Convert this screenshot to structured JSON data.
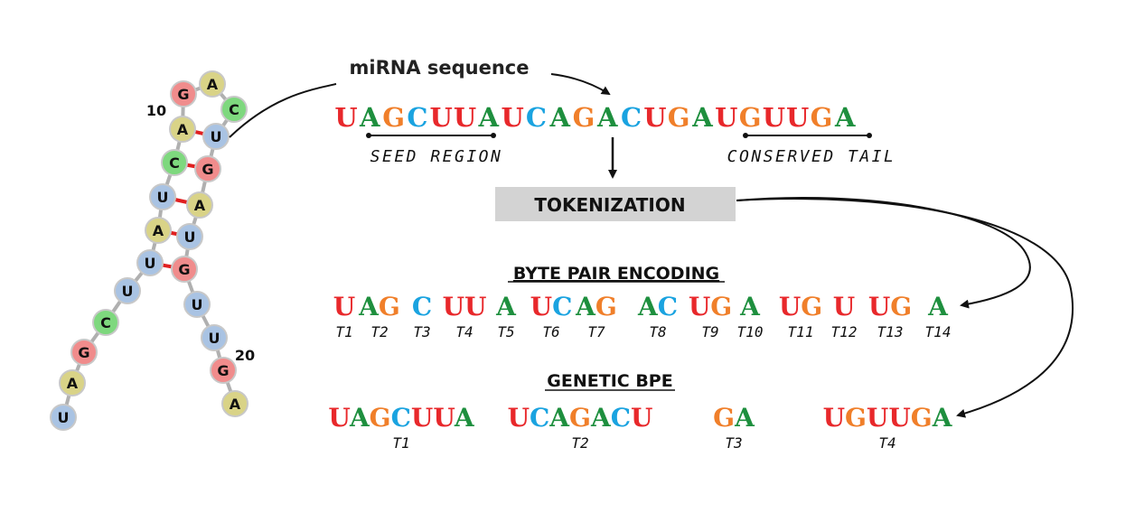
{
  "colors": {
    "U": "#e8282b",
    "A": "#1e8f3e",
    "G": "#f07f2a",
    "C": "#1aa3e0",
    "node_U": "#a9c3e3",
    "node_A": "#d9d387",
    "node_G": "#f08c8c",
    "node_C": "#7ed87e",
    "node_border": "#c8c8c8",
    "backbone": "#b0b0b0",
    "base_pair": "#e02020",
    "tokenization_box": "#d3d3d3"
  },
  "hairpin": {
    "label_10": "10",
    "label_20": "20",
    "nodes": [
      "U",
      "A",
      "G",
      "C",
      "U",
      "U",
      "A",
      "U",
      "C",
      "A",
      "G",
      "A",
      "C",
      "U",
      "G",
      "A",
      "U",
      "G",
      "U",
      "U",
      "G",
      "A"
    ]
  },
  "mirna_label": "miRNA sequence",
  "sequence": "UAGCUUAUCAGACUGAUGUUGA",
  "seed_region_label": "SEED REGION",
  "conserved_tail_label": "CONSERVED TAIL",
  "tokenization_label": "TOKENIZATION",
  "bpe": {
    "title": "BYTE PAIR ENCODING",
    "tokens": [
      {
        "text": "U",
        "label": "T1"
      },
      {
        "text": "AG",
        "label": "T2"
      },
      {
        "text": "C",
        "label": "T3"
      },
      {
        "text": "UU",
        "label": "T4"
      },
      {
        "text": "A",
        "label": "T5"
      },
      {
        "text": "UC",
        "label": "T6"
      },
      {
        "text": "AG",
        "label": "T7"
      },
      {
        "text": "AC",
        "label": "T8"
      },
      {
        "text": "UG",
        "label": "T9"
      },
      {
        "text": "A",
        "label": "T10"
      },
      {
        "text": "UG",
        "label": "T11"
      },
      {
        "text": "U",
        "label": "T12"
      },
      {
        "text": "UG",
        "label": "T13"
      },
      {
        "text": "A",
        "label": "T14"
      }
    ]
  },
  "genetic_bpe": {
    "title": "GENETIC BPE",
    "tokens": [
      {
        "text": "UAGCUUA",
        "label": "T1"
      },
      {
        "text": "UCAGACU",
        "label": "T2"
      },
      {
        "text": "GA",
        "label": "T3"
      },
      {
        "text": "UGUUGA",
        "label": "T4"
      }
    ]
  }
}
